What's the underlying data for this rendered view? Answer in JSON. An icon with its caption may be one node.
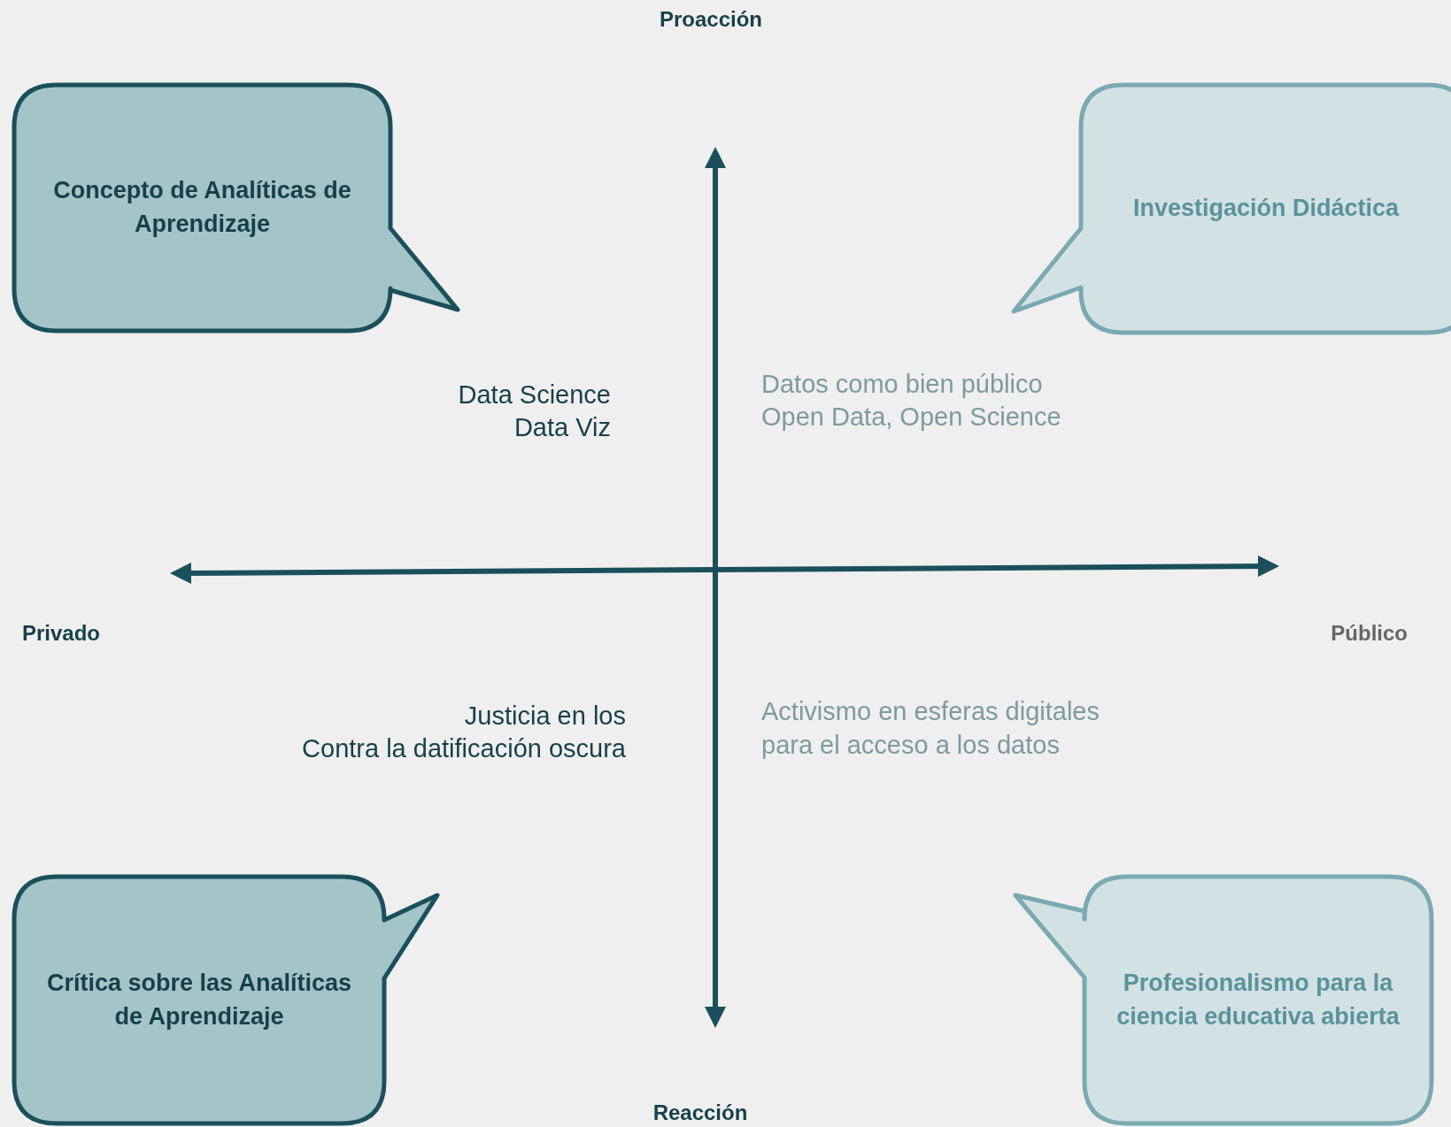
{
  "diagram": {
    "nodes": [
      {
        "text": [
          "Concepto de Analíticas de Aprendizaje"
        ]
      },
      {
        "text": [
          "Investigación Didáctica"
        ]
      },
      {
        "text": [
          "Crítica sobre las Analíticas de Aprendizaje"
        ]
      },
      {
        "text": [
          "Profesionalismo para la ciencia educativa abierta"
        ]
      }
    ],
    "labels": [
      "Proacción",
      "Data Science",
      "Data Viz",
      "Datos como bien público",
      "Open Data, Open Science",
      "Privado",
      "Público",
      "Justicia en los",
      "Contra la datificación oscura",
      "Activismo en esferas digitales para el acceso a los datos",
      "Reacción"
    ]
  }
}
